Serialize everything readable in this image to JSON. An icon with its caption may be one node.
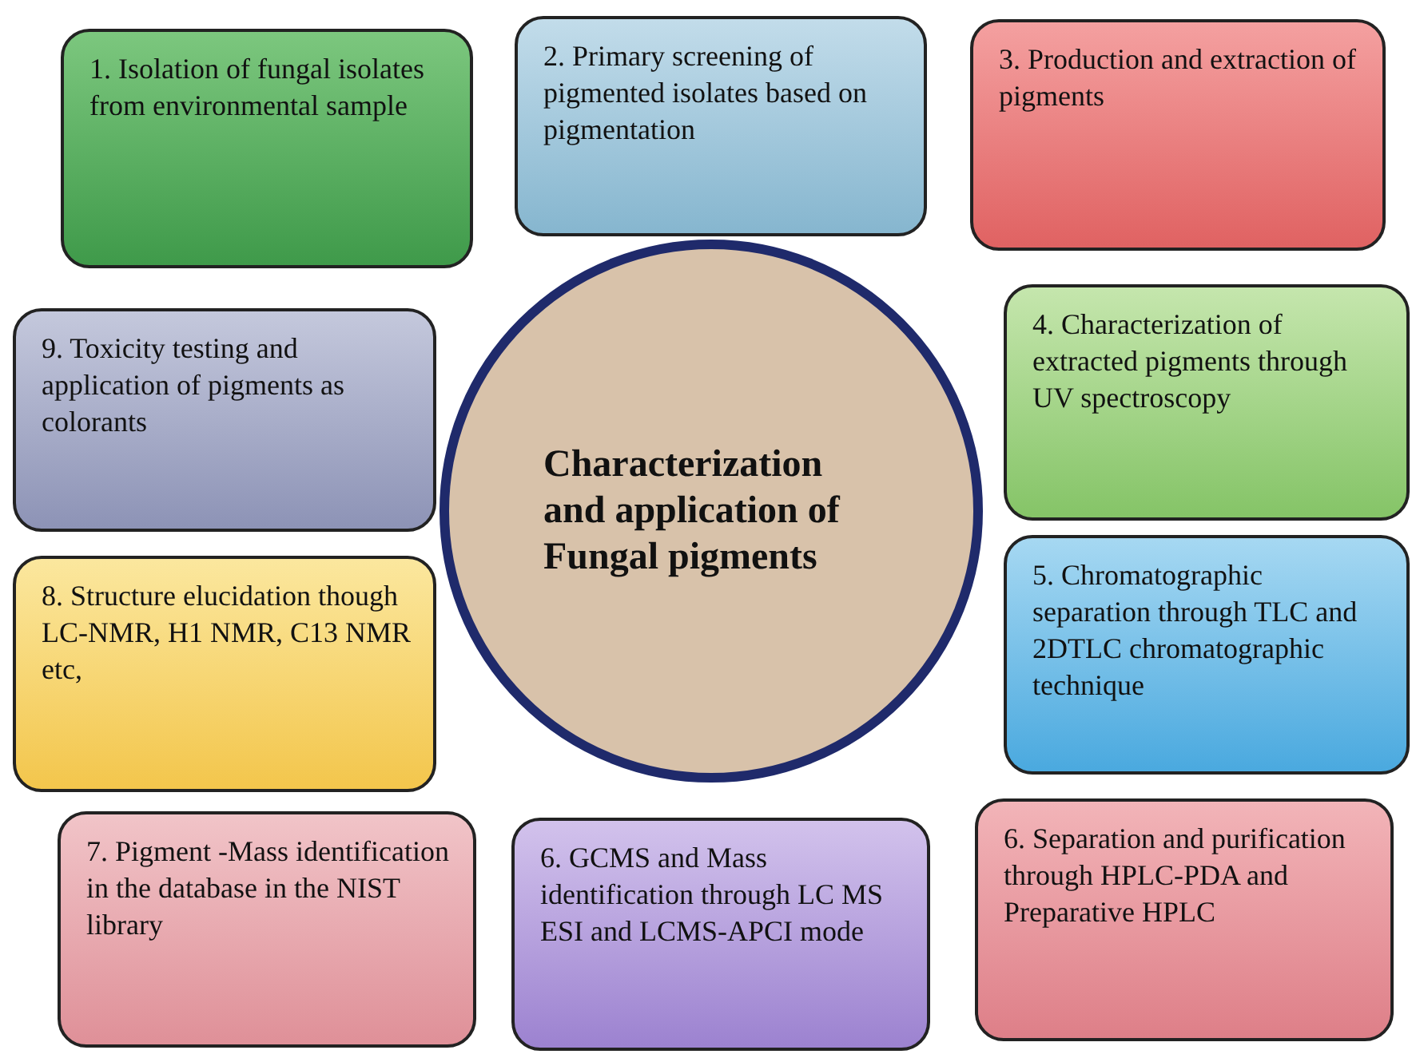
{
  "diagram": {
    "nodes": [
      {
        "text": [
          "1. Isolation of fungal isolates from environmental sample"
        ]
      },
      {
        "text": [
          "2. Primary screening of pigmented isolates based on pigmentation"
        ]
      },
      {
        "text": [
          "3. Production and extraction of pigments"
        ]
      },
      {
        "text": [
          "9. Toxicity testing and application of pigments as colorants"
        ]
      },
      {
        "text": [
          "Characterization and application of Fungal pigments"
        ]
      },
      {
        "text": [
          "4. Characterization of extracted pigments through UV spectroscopy"
        ]
      },
      {
        "text": [
          "8. Structure elucidation though LC-NMR, H1 NMR, C13 NMR etc,"
        ]
      },
      {
        "text": [
          "5. Chromatographic separation through TLC and 2DTLC chromatographic technique"
        ]
      },
      {
        "text": [
          "7. Pigment -Mass identification in the database in the NIST library"
        ]
      },
      {
        "text": [
          "6. GCMS and Mass identification through LC MS ESI and LCMS-APCI mode"
        ]
      },
      {
        "text": [
          "6. Separation and purification through HPLC-PDA and Preparative HPLC"
        ]
      }
    ]
  }
}
